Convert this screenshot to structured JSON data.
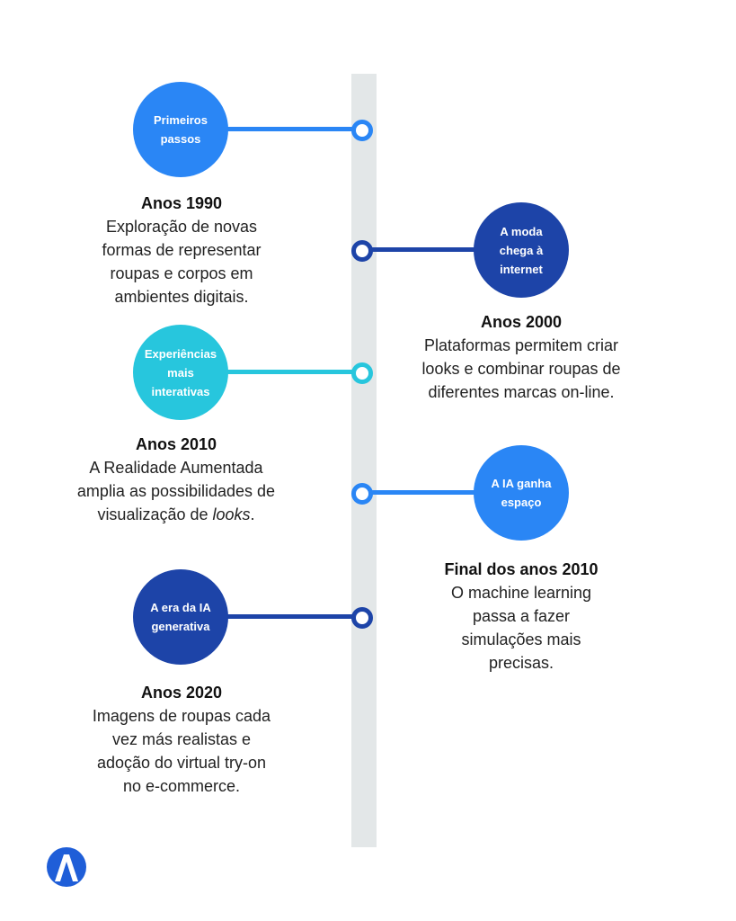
{
  "colors": {
    "blue": "#2a86f5",
    "navy": "#1d44a8",
    "cyan": "#27c6dd",
    "spine": "#e3e7e8"
  },
  "events": [
    {
      "circle_label": "Primeiros passos",
      "title": "Anos 1990",
      "description": "Exploração de novas formas de representar roupas e corpos em ambientes digitais."
    },
    {
      "circle_label": "A moda chega à internet",
      "title": "Anos 2000",
      "description": "Plataformas permitem criar looks e combinar roupas de diferentes marcas on-line."
    },
    {
      "circle_label": "Experiências mais interativas",
      "title": "Anos 2010",
      "description_before": "A Realidade Aumentada amplia as possibilidades de visualização de ",
      "description_em": "looks",
      "description_after": "."
    },
    {
      "circle_label": "A IA ganha espaço",
      "title": "Final dos anos 2010",
      "description": "O machine learning passa a fazer simulações mais precisas."
    },
    {
      "circle_label": "A era da IA generativa",
      "title": "Anos 2020",
      "description": "Imagens de roupas cada vez más realistas e adoção do virtual try-on no e-commerce."
    }
  ],
  "logo": {
    "icon": "brand-logo-icon"
  }
}
